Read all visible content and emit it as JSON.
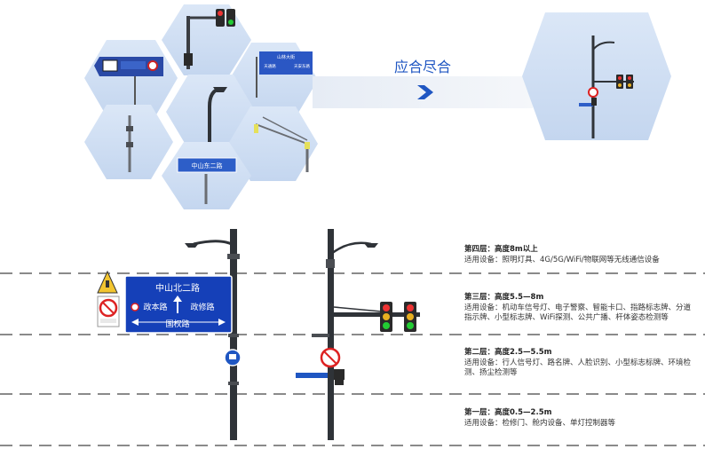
{
  "banner": {
    "label": "应合尽合"
  },
  "signs": {
    "top_left_sign_text": "",
    "direction_sign_top": "山林大街",
    "direction_sign_mid_left": "天通路",
    "direction_sign_mid_right": "天安东路",
    "street_name_small": "中山东二路",
    "big_sign_title": "中山北二路",
    "big_sign_left": "政本路",
    "big_sign_right": "政修路",
    "big_sign_bottom": "国权路"
  },
  "layers": [
    {
      "title": "第四层：高度8m以上",
      "devices": "适用设备：照明灯具、4G/5G/WiFi/物联网等无线通信设备"
    },
    {
      "title": "第三层：高度5.5—8m",
      "devices": "适用设备：机动车信号灯、电子警察、智能卡口、指路标志牌、分道指示牌、小型标志牌、WiFi探测、公共广播、杆体姿态检测等"
    },
    {
      "title": "第二层：高度2.5—5.5m",
      "devices": "适用设备：行人信号灯、路名牌、人脸识别、小型标志标牌、环境检测、扬尘检测等"
    },
    {
      "title": "第一层：高度0.5—2.5m",
      "devices": "适用设备：检修门、舱内设备、单灯控制器等"
    }
  ],
  "colors": {
    "hex_bg": "#c9daf2",
    "arrow": "#1f56c2",
    "sign_blue": "#1540b8",
    "pole": "#2f3338",
    "dash": "#8a8a8a"
  }
}
